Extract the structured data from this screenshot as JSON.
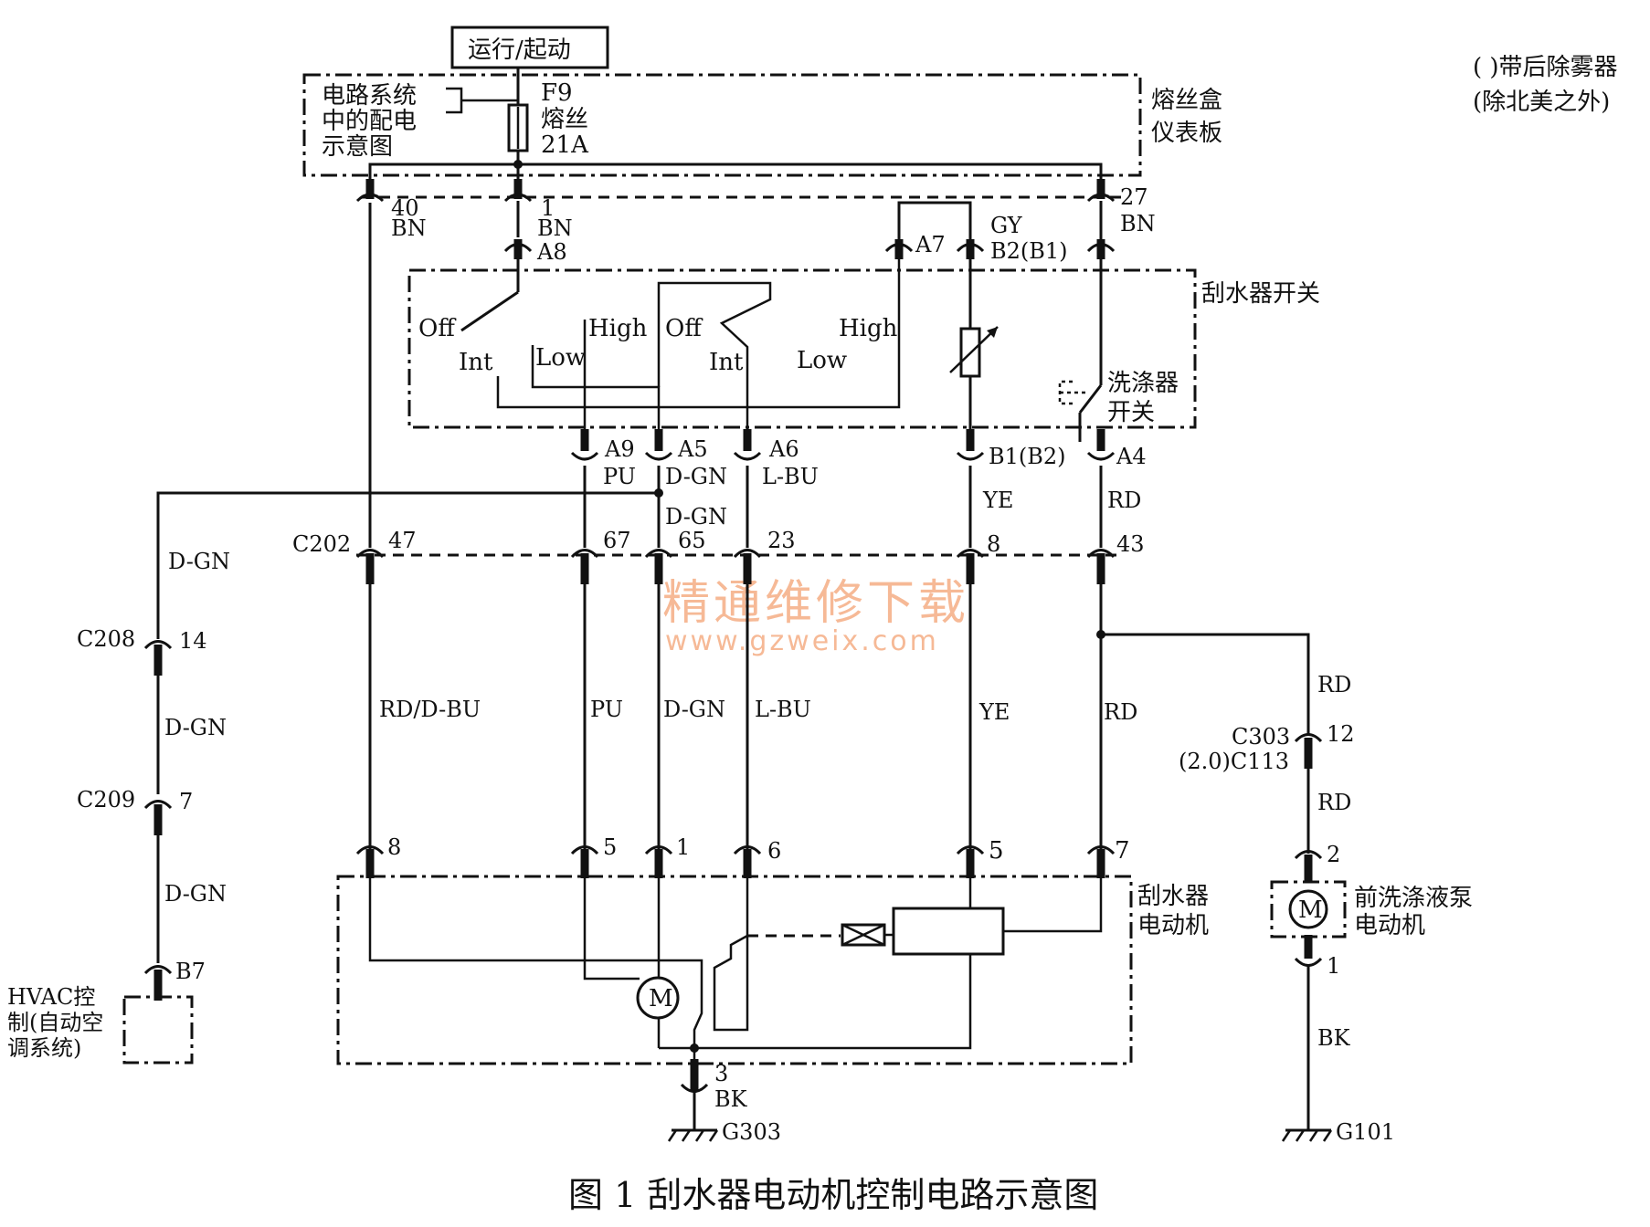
{
  "figure_title": "图 1 刮水器电动机控制电路示意图",
  "notes": [
    "( )带后除雾器",
    "(除北美之外)"
  ],
  "power_source": "运行/起动",
  "fuse_box": {
    "label_lines": [
      "熔丝盒",
      "仪表板"
    ],
    "ref_lines": [
      "电路系统",
      "中的配电",
      "示意图"
    ],
    "fuse_lines": [
      "F9",
      "熔丝",
      "21A"
    ]
  },
  "wiper_switch": {
    "label": "刮水器开关",
    "left_positions": [
      "Off",
      "Int",
      "Low",
      "High"
    ],
    "right_positions": [
      "Off",
      "Int",
      "Low",
      "High"
    ],
    "washer_label_lines": [
      "洗涤器",
      "开关"
    ]
  },
  "wiper_motor": {
    "label_lines": [
      "刮水器",
      "电动机"
    ]
  },
  "washer_pump": {
    "label_lines": [
      "前洗涤液泵",
      "电动机"
    ]
  },
  "hvac": {
    "label_lines": [
      "HVAC控",
      "制(自动空",
      "调系统)"
    ]
  },
  "connectors": {
    "c202": "C202",
    "c208": "C208",
    "c209": "C209",
    "c303": "C303",
    "c113": "(2.0)C113"
  },
  "pins": {
    "fb40": "40",
    "fb1": "1",
    "fb27": "27",
    "a8": "A8",
    "a7": "A7",
    "b2b1": "B2(B1)",
    "a9": "A9",
    "a5": "A5",
    "a6": "A6",
    "b1b2": "B1(B2)",
    "a4": "A4",
    "c47": "47",
    "c67": "67",
    "c65": "65",
    "c23": "23",
    "c8": "8",
    "c43": "43",
    "m8": "8",
    "m5a": "5",
    "m1": "1",
    "m6": "6",
    "m5b": "5",
    "m7": "7",
    "c208_14": "14",
    "c209_7": "7",
    "b7": "B7",
    "c303_12": "12",
    "p2": "2",
    "p1": "1",
    "g3": "3"
  },
  "wires": {
    "bn40": "BN",
    "bn1": "BN",
    "bn27": "BN",
    "gy": "GY",
    "pu_top": "PU",
    "dgn_top": "D-GN",
    "lbu_top": "L-BU",
    "dgn_mid": "D-GN",
    "ye_top": "YE",
    "rd_top": "RD",
    "rd_dbu": "RD/D-BU",
    "pu_low": "PU",
    "dgn_low": "D-GN",
    "lbu_low": "L-BU",
    "ye_low": "YE",
    "rd_low": "RD",
    "dgn_h1": "D-GN",
    "dgn_h2": "D-GN",
    "dgn_h3": "D-GN",
    "rd_p1": "RD",
    "rd_p2": "RD",
    "bk_m": "BK",
    "bk_p": "BK"
  },
  "grounds": {
    "g303": "G303",
    "g101": "G101"
  },
  "motor_symbol": "M",
  "watermark": {
    "cn": "精通维修下载",
    "url": "www.gzweix.com"
  }
}
